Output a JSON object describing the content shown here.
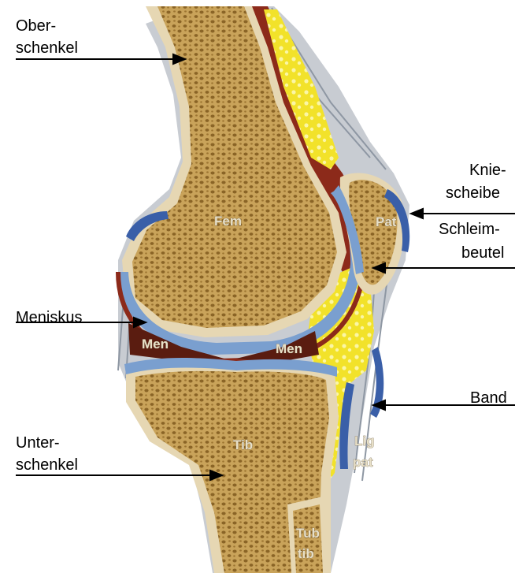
{
  "labels": {
    "oberschenkel": {
      "line1": "Ober-",
      "line2": "schenkel"
    },
    "kniescheibe": {
      "line1": "Knie-",
      "line2": "scheibe"
    },
    "schleimbeutel": {
      "line1": "Schleim-",
      "line2": "beutel"
    },
    "meniskus": "Meniskus",
    "band": "Band",
    "unterschenkel": {
      "line1": "Unter-",
      "line2": "schenkel"
    }
  },
  "anatomy_tags": {
    "femur": "Fem",
    "patella": "Pat",
    "meniscus_left": "Men",
    "meniscus_right": "Men",
    "tibia": "Tib",
    "ligament_1": "Lig",
    "ligament_2": "pat",
    "tuberosity_1": "Tub",
    "tuberosity_2": "tib"
  },
  "colors": {
    "bone": "#c9a35a",
    "bone_pores": "#8a6426",
    "cortex": "#e6d7b3",
    "cartilage": "#7a9fcf",
    "bursa_blue": "#3a5fa8",
    "fat_yellow": "#f2e22a",
    "tissue_red": "#8c2a1a",
    "tendon": "#c8ccd2"
  }
}
